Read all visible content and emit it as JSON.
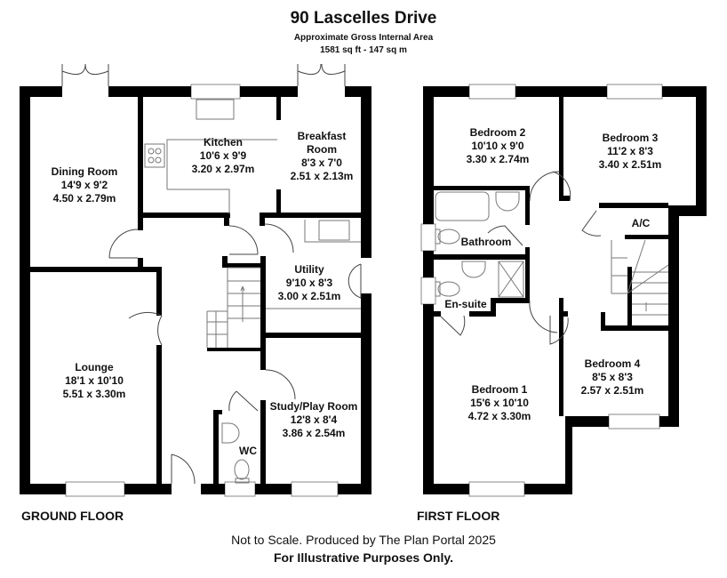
{
  "header": {
    "title": "90 Lascelles Drive",
    "subtitle": "Approximate Gross Internal Area",
    "area": "1581 sq ft - 147 sq m"
  },
  "ground_floor": {
    "label": "GROUND FLOOR",
    "rooms": [
      {
        "name": "Dining Room",
        "imperial": "14'9 x 9'2",
        "metric": "4.50 x 2.79m"
      },
      {
        "name": "Kitchen",
        "imperial": "10'6 x 9'9",
        "metric": "3.20 x 2.97m"
      },
      {
        "name": "Breakfast",
        "name2": "Room",
        "imperial": "8'3 x 7'0",
        "metric": "2.51 x 2.13m"
      },
      {
        "name": "Utility",
        "imperial": "9'10 x 8'3",
        "metric": "3.00 x 2.51m"
      },
      {
        "name": "Lounge",
        "imperial": "18'1 x 10'10",
        "metric": "5.51 x 3.30m"
      },
      {
        "name": "Study/Play Room",
        "imperial": "12'8 x 8'4",
        "metric": "3.86 x 2.54m"
      },
      {
        "name": "WC"
      }
    ]
  },
  "first_floor": {
    "label": "FIRST FLOOR",
    "rooms": [
      {
        "name": "Bedroom 2",
        "imperial": "10'10 x 9'0",
        "metric": "3.30 x 2.74m"
      },
      {
        "name": "Bedroom 3",
        "imperial": "11'2 x 8'3",
        "metric": "3.40 x 2.51m"
      },
      {
        "name": "A/C"
      },
      {
        "name": "Bathroom"
      },
      {
        "name": "En-suite"
      },
      {
        "name": "Bedroom 1",
        "imperial": "15'6 x 10'10",
        "metric": "4.72 x 3.30m"
      },
      {
        "name": "Bedroom 4",
        "imperial": "8'5 x 8'3",
        "metric": "2.57 x 2.51m"
      }
    ]
  },
  "footer": {
    "line1": "Not to Scale. Produced by The Plan Portal 2025",
    "line2": "For Illustrative Purposes Only."
  }
}
